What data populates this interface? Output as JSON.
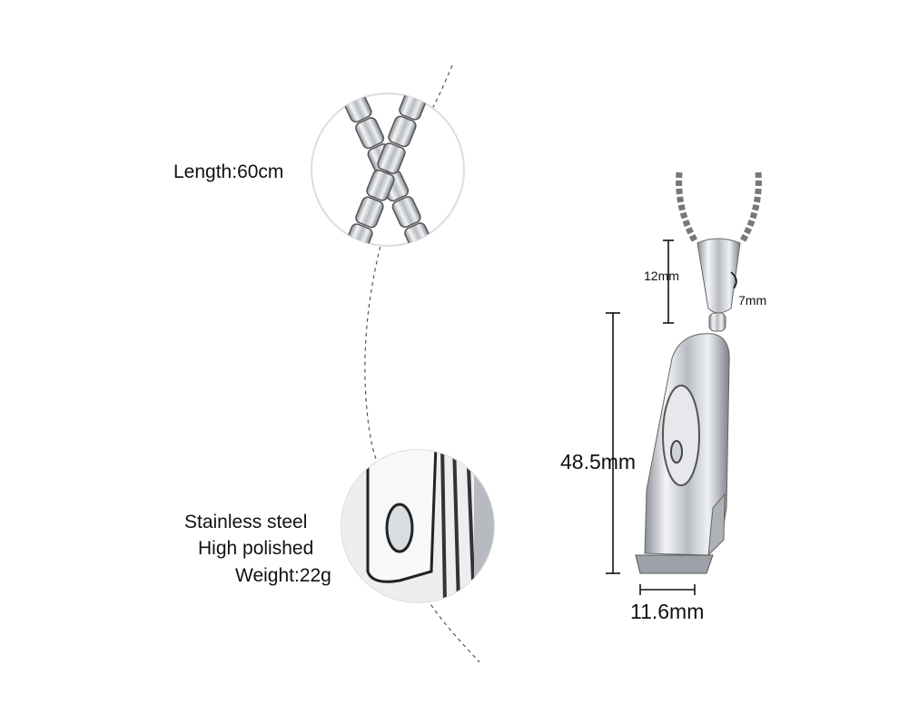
{
  "specs": {
    "length": "Length:60cm",
    "material": "Stainless steel",
    "finish": "High polished",
    "weight": "Weight:22g"
  },
  "dimensions": {
    "bail_height": "12mm",
    "bail_width": "7mm",
    "pendant_height": "48.5mm",
    "pendant_width": "11.6mm"
  }
}
